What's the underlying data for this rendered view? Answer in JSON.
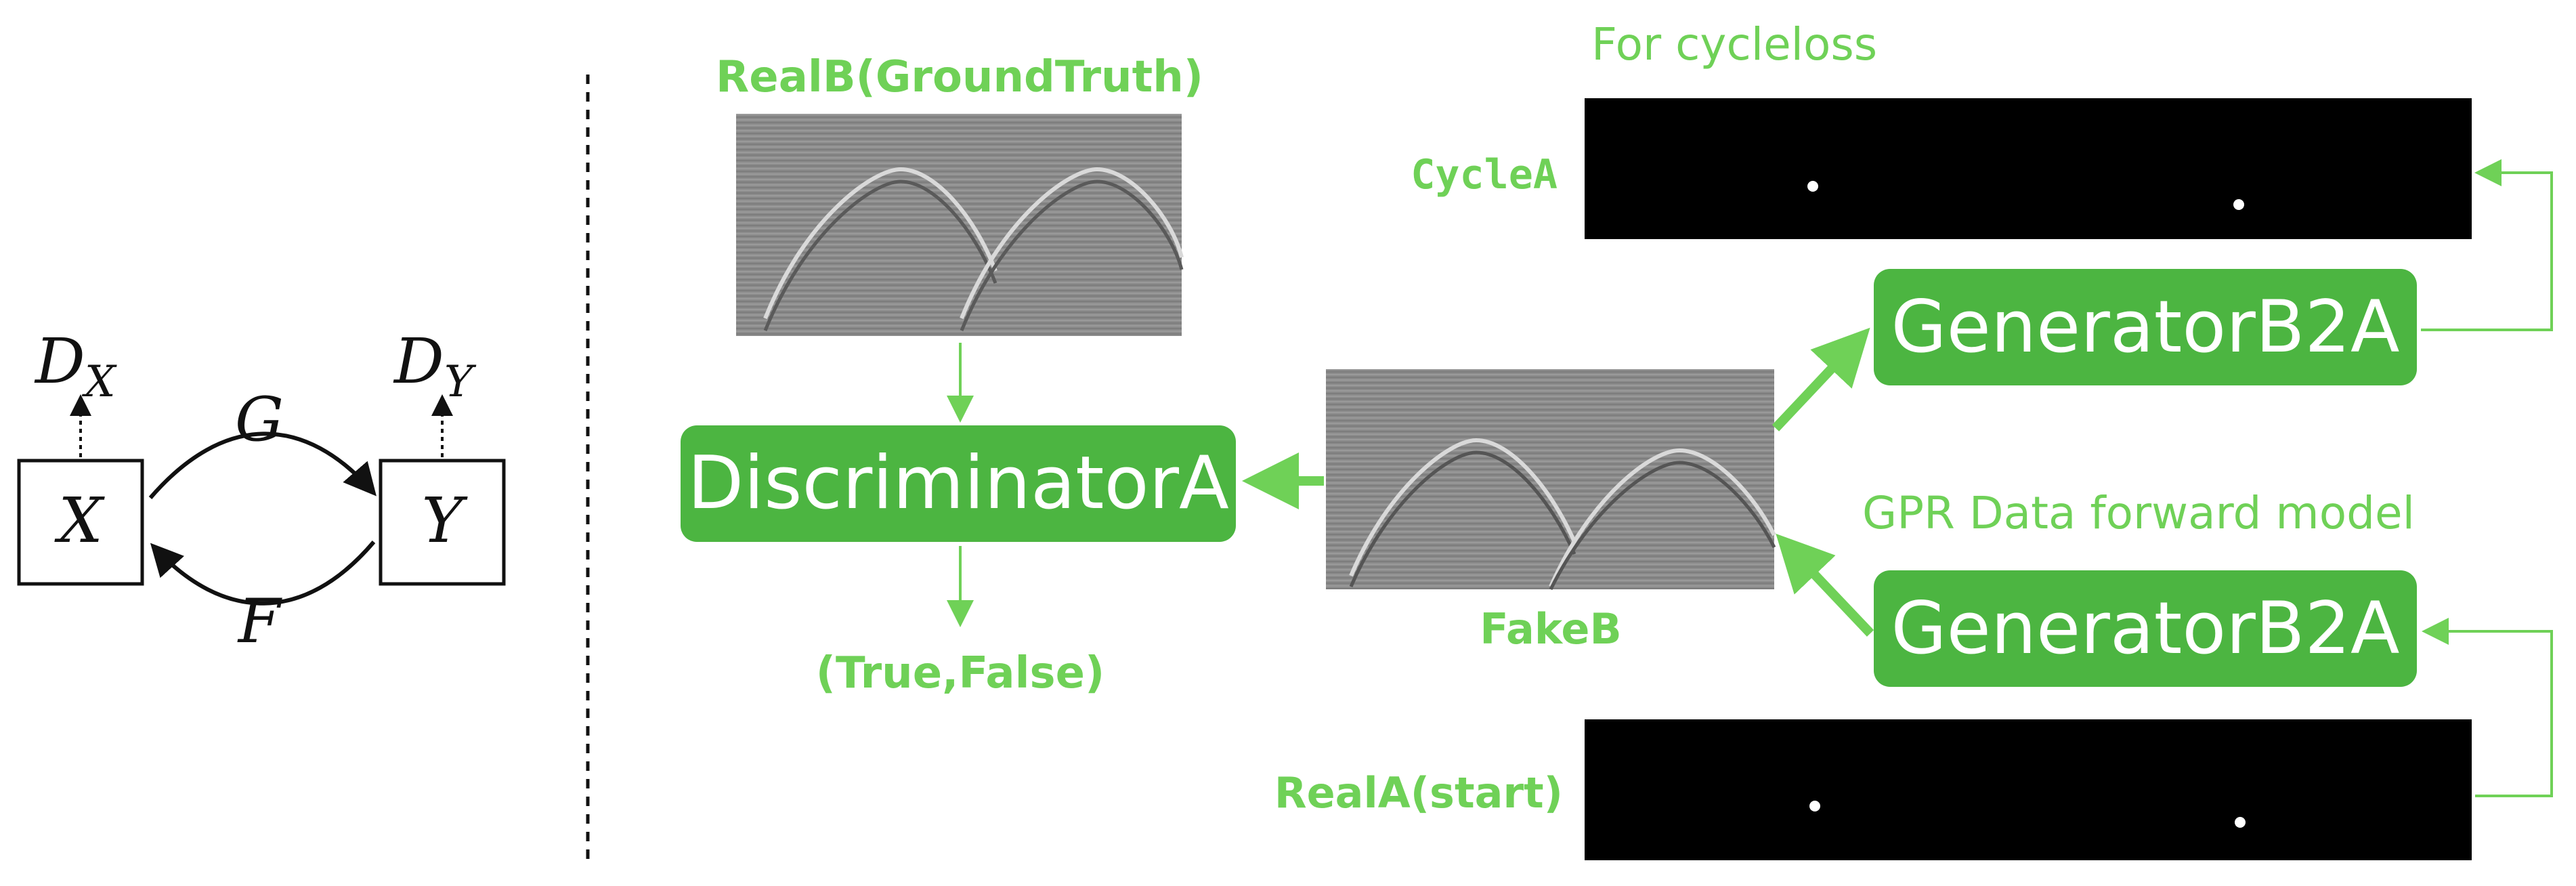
{
  "left_diagram": {
    "node_x": "X",
    "node_y": "Y",
    "disc_x_base": "D",
    "disc_x_sub": "X",
    "disc_y_base": "D",
    "disc_y_sub": "Y",
    "map_g": "G",
    "map_f": "F"
  },
  "right_diagram": {
    "realb_label": "RealB(GroundTruth)",
    "discriminator_label": "DiscriminatorA",
    "output_label": "(True,False)",
    "fakeb_label": "FakeB",
    "cycle_title": "For cycleloss",
    "cyclea_label": "CycleA",
    "generator_top_label": "GeneratorB2A",
    "forward_model_label": "GPR Data forward model",
    "generator_bottom_label": "GeneratorB2A",
    "reala_label": "RealA(start)"
  },
  "colors": {
    "box_fill": "#4cb541",
    "label_green": "#6fd157",
    "arrow_green": "#6fd157",
    "dark": "#111111",
    "image_black": "#000000",
    "gpr_gray": "#8a8a8a"
  }
}
